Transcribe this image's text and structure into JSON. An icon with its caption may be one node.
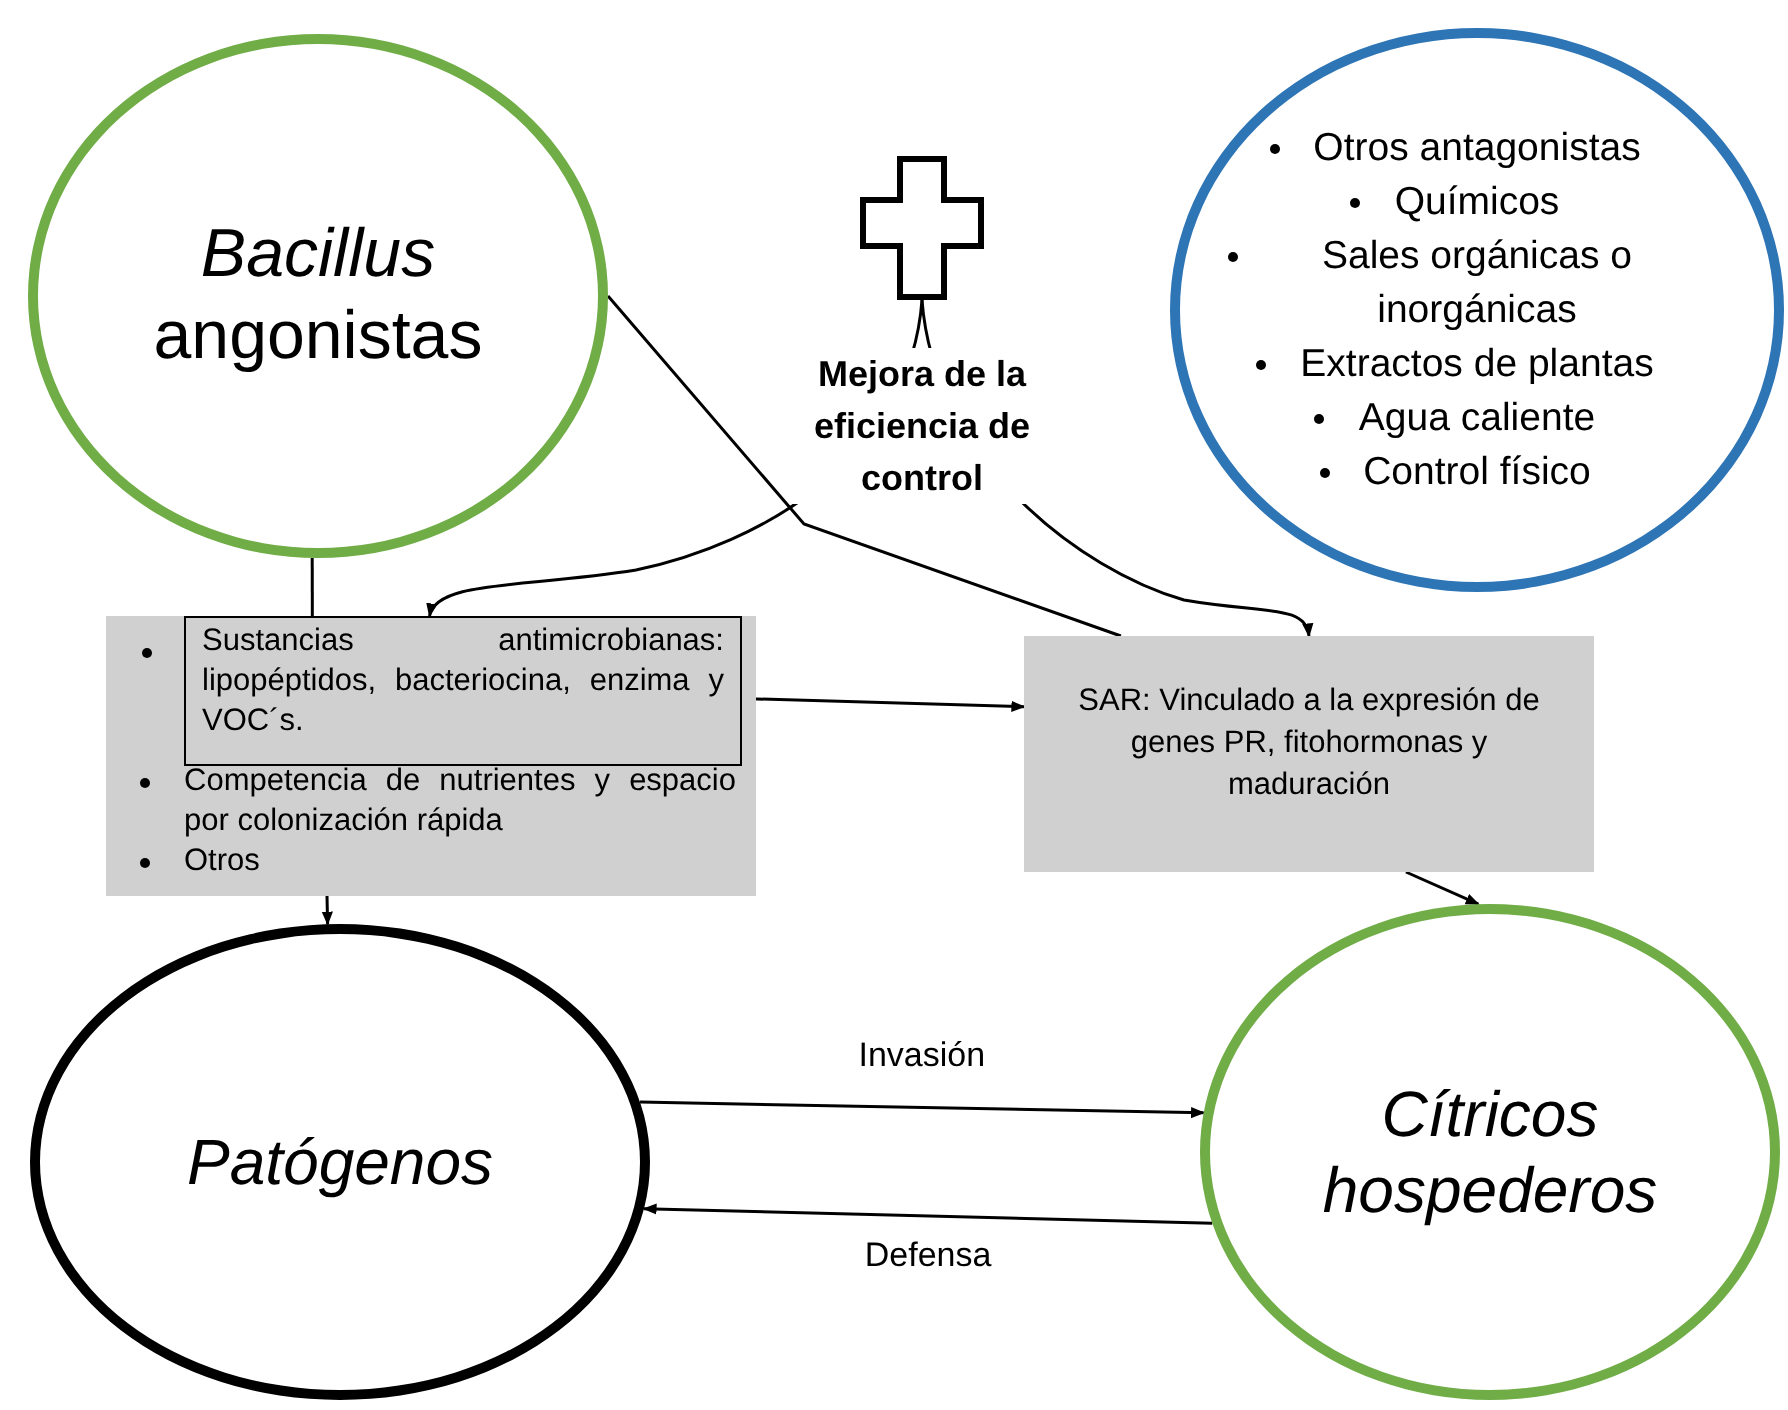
{
  "diagram": {
    "nodes": [
      {
        "text": [
          "*Bacillus* angonistas"
        ]
      },
      {
        "text": [
          "Otros antagonistas",
          "Químicos",
          "Sales orgánicas o inorgánicas",
          "Extractos de plantas",
          "Agua caliente",
          "Control físico"
        ]
      },
      {
        "text": [
          "Mejora de la eficiencia de control"
        ]
      },
      {
        "text": [
          "Competencia de nutrientes y espacio por colonización rápida",
          "Otros"
        ]
      },
      {
        "text": [
          "Sustancias antimicrobianas: lipopéptidos, bacteriocina, enzima y VOC´s."
        ],
        "in": 3
      },
      {
        "text": [
          "SAR: Vinculado a la expresión de genes PR, fitohormonas y maduración"
        ]
      },
      {
        "text": [
          "Patógenos"
        ]
      },
      {
        "text": [
          "Cítricos hospederos"
        ]
      }
    ],
    "edges": [
      {
        "from": 0,
        "to": 4,
        "arrow": "none"
      },
      {
        "from": 0,
        "to": 5,
        "arrow": "none"
      },
      {
        "from": 2,
        "to": 4,
        "arrow": "to"
      },
      {
        "from": 2,
        "to": 5,
        "arrow": "to"
      },
      {
        "from": 4,
        "to": 5,
        "arrow": "to"
      },
      {
        "from": 3,
        "to": 6,
        "arrow": "to"
      },
      {
        "from": 5,
        "to": 7,
        "arrow": "to"
      },
      {
        "from": 6,
        "to": 7,
        "arrow": "to",
        "label": "Invasión"
      },
      {
        "from": 7,
        "to": 6,
        "arrow": "to",
        "label": "Defensa"
      }
    ]
  }
}
